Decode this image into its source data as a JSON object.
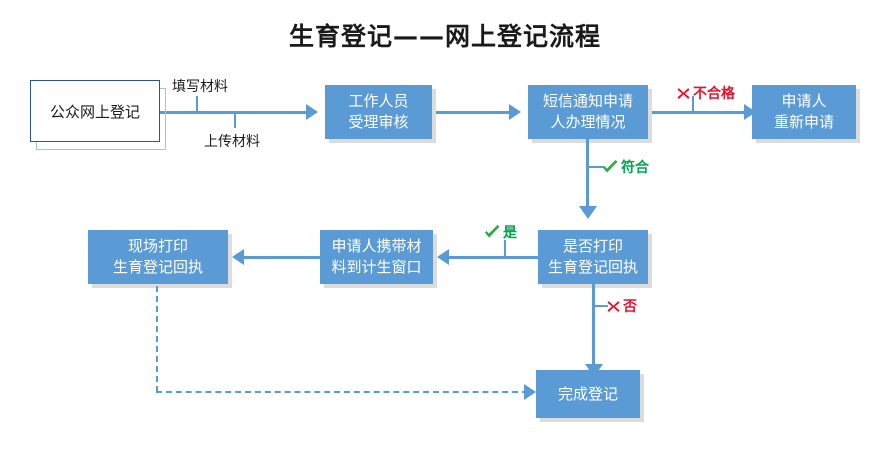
{
  "diagram": {
    "title": "生育登记——网上登记流程",
    "type": "flowchart",
    "colors": {
      "box_fill": "#5B9BD5",
      "box_text": "#FFFFFF",
      "connector": "#5B9BD5",
      "start_border": "#2F5496",
      "start_outer_border": "#9DC3E6",
      "approve_green": "#00A650",
      "reject_red": "#E8112D",
      "background": "#FFFFFF",
      "shadow": "#DCDCDC"
    },
    "nodes": {
      "public_online_register": "公众网上登记",
      "staff_review": {
        "line1": "工作人员",
        "line2": "受理审核"
      },
      "sms_notify": {
        "line1": "短信通知申请",
        "line2": "人办理情况"
      },
      "reapply": {
        "line1": "申请人",
        "line2": "重新申请"
      },
      "print_decision": {
        "line1": "是否打印",
        "line2": "生育登记回执"
      },
      "bring_materials": {
        "line1": "申请人携带材",
        "line2": "料到计生窗口"
      },
      "onsite_print": {
        "line1": "现场打印",
        "line2": "生育登记回执"
      },
      "finish": "完成登记"
    },
    "edge_labels": {
      "fill_materials": "填写材料",
      "upload_materials": "上传材料",
      "unqualified": "不合格",
      "qualified": "符合",
      "yes": "是",
      "no": "否"
    }
  }
}
